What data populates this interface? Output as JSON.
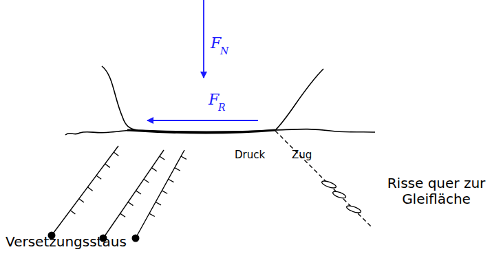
{
  "diagram": {
    "labels": [
      "F",
      "N",
      "F",
      "R",
      "Druck",
      "Zug",
      "Risse quer zur Gleifläche",
      "Versetzungsstaus"
    ]
  }
}
